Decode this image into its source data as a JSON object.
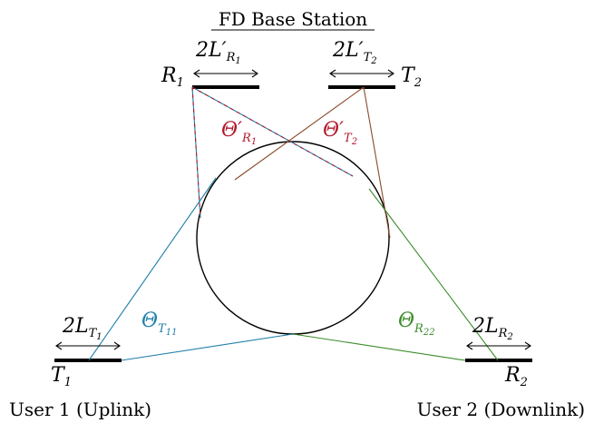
{
  "title": "FD Base Station",
  "colors": {
    "red": "#b2182b",
    "blue": "#1f7ea8",
    "green": "#3b8b2a",
    "brown": "#8b4a2a",
    "black": "#000000"
  },
  "nodes": {
    "r1": {
      "base": "R",
      "sub": "1"
    },
    "t2": {
      "base": "T",
      "sub": "2"
    },
    "t1": {
      "base": "T",
      "sub": "1"
    },
    "r2": {
      "base": "R",
      "sub": "2"
    }
  },
  "aperture_labels": {
    "r1": {
      "prefix": "2L′",
      "sub": "R",
      "subsub": "1"
    },
    "t2": {
      "prefix": "2L′",
      "sub": "T",
      "subsub": "2"
    },
    "t1": {
      "prefix": "2L",
      "sub": "T",
      "subsub": "1"
    },
    "r2": {
      "prefix": "2L",
      "sub": "R",
      "subsub": "2"
    }
  },
  "angle_labels": {
    "r1": {
      "base": "Θ′",
      "sub": "R",
      "subsub": "1"
    },
    "t2": {
      "base": "Θ′",
      "sub": "T",
      "subsub": "2"
    },
    "t11": {
      "base": "Θ",
      "sub": "T",
      "subsub": "11"
    },
    "r22": {
      "base": "Θ",
      "sub": "R",
      "subsub": "22"
    }
  },
  "users": {
    "uplink": "User 1 (Uplink)",
    "downlink": "User 2 (Downlink)"
  }
}
